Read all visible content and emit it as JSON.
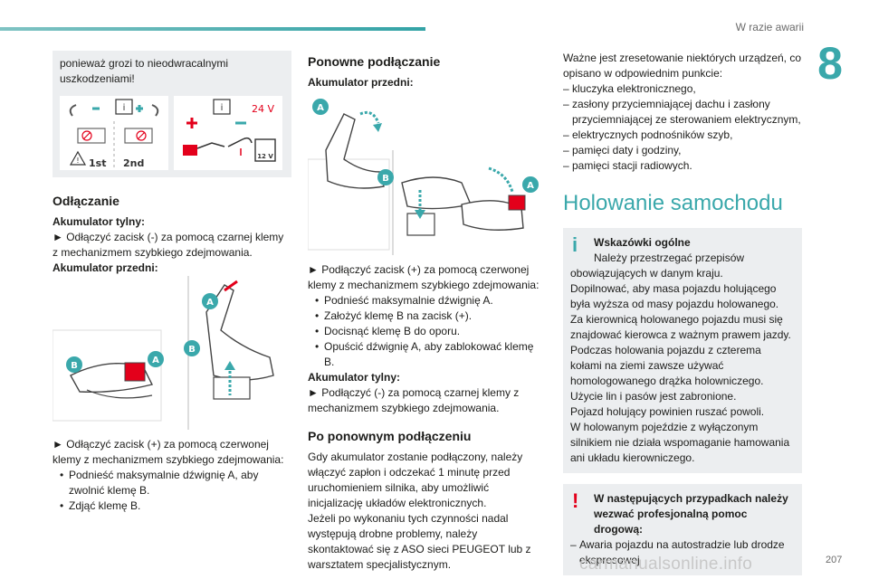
{
  "header": {
    "section": "W razie awarii",
    "chapter": "8"
  },
  "footer": {
    "page": "207",
    "watermark": "carmanualsonline.info"
  },
  "col1": {
    "warning_text": "ponieważ grozi to nieodwracalnymi uszkodzeniami!",
    "illus": {
      "first": "1st",
      "second": "2nd",
      "volt": "24 V",
      "batt": "12 V"
    },
    "disconnect_title": "Odłączanie",
    "rear_battery_label": "Akumulator tylny:",
    "rear_step": "► Odłączyć zacisk (-) za pomocą czarnej klemy z mechanizmem szybkiego zdejmowania.",
    "front_battery_label": "Akumulator przedni:",
    "callout_a": "A",
    "callout_b": "B",
    "front_step": "► Odłączyć zacisk (+) za pomocą czerwonej klemy z mechanizmem szybkiego zdejmowania:",
    "front_bullets": [
      "Podnieść maksymalnie dźwignię A, aby zwolnić klemę B.",
      "Zdjąć klemę B."
    ]
  },
  "col2": {
    "reconnect_title": "Ponowne podłączanie",
    "front_battery_label": "Akumulator przedni:",
    "callout_a": "A",
    "callout_b": "B",
    "front_step": "► Podłączyć zacisk (+) za pomocą czerwonej klemy z mechanizmem szybkiego zdejmowania:",
    "front_bullets": [
      "Podnieść maksymalnie dźwignię A.",
      "Założyć klemę B na zacisk (+).",
      "Docisnąć klemę B do oporu.",
      "Opuścić dźwignię A, aby zablokować klemę B."
    ],
    "rear_battery_label": "Akumulator tylny:",
    "rear_step": "► Podłączyć (-) za pomocą czarnej klemy z mechanizmem szybkiego zdejmowania.",
    "after_title": "Po ponownym podłączeniu",
    "after_p1": "Gdy akumulator zostanie podłączony, należy włączyć zapłon i odczekać 1 minutę przed uruchomieniem silnika, aby umożliwić inicjalizację układów elektronicznych.",
    "after_p2": "Jeżeli po wykonaniu tych czynności nadal występują drobne problemy, należy skontaktować się z ASO sieci PEUGEOT lub z warsztatem specjalistycznym."
  },
  "col3": {
    "intro": "Ważne jest zresetowanie niektórych urządzeń, co opisano w odpowiednim punkcie:",
    "reset_items": [
      "kluczyka elektronicznego,",
      "zasłony przyciemniającej dachu i zasłony przyciemniającej ze sterowaniem elektrycznym,",
      "elektrycznych podnośników szyb,",
      "pamięci daty i godziny,",
      "pamięci stacji radiowych."
    ],
    "towing_title": "Holowanie samochodu",
    "info_mark": "i",
    "info_head": "Wskazówki ogólne",
    "info_lines": [
      "Należy przestrzegać przepisów obowiązujących w danym kraju.",
      "Dopilnować, aby masa pojazdu holującego była wyższa od masy pojazdu holowanego.",
      "Za kierownicą holowanego pojazdu musi się znajdować kierowca z ważnym prawem jazdy.",
      "Podczas holowania pojazdu z czterema kołami na ziemi zawsze używać homologowanego drążka holowniczego. Użycie lin i pasów jest zabronione.",
      "Pojazd holujący powinien ruszać powoli.",
      "W holowanym pojeździe z wyłączonym silnikiem nie działa wspomaganie hamowania ani układu kierowniczego."
    ],
    "warn_mark": "!",
    "warn_head": "W następujących przypadkach należy wezwać profesjonalną pomoc drogową:",
    "warn_items": [
      "Awaria pojazdu na autostradzie lub drodze ekspresowej"
    ]
  }
}
